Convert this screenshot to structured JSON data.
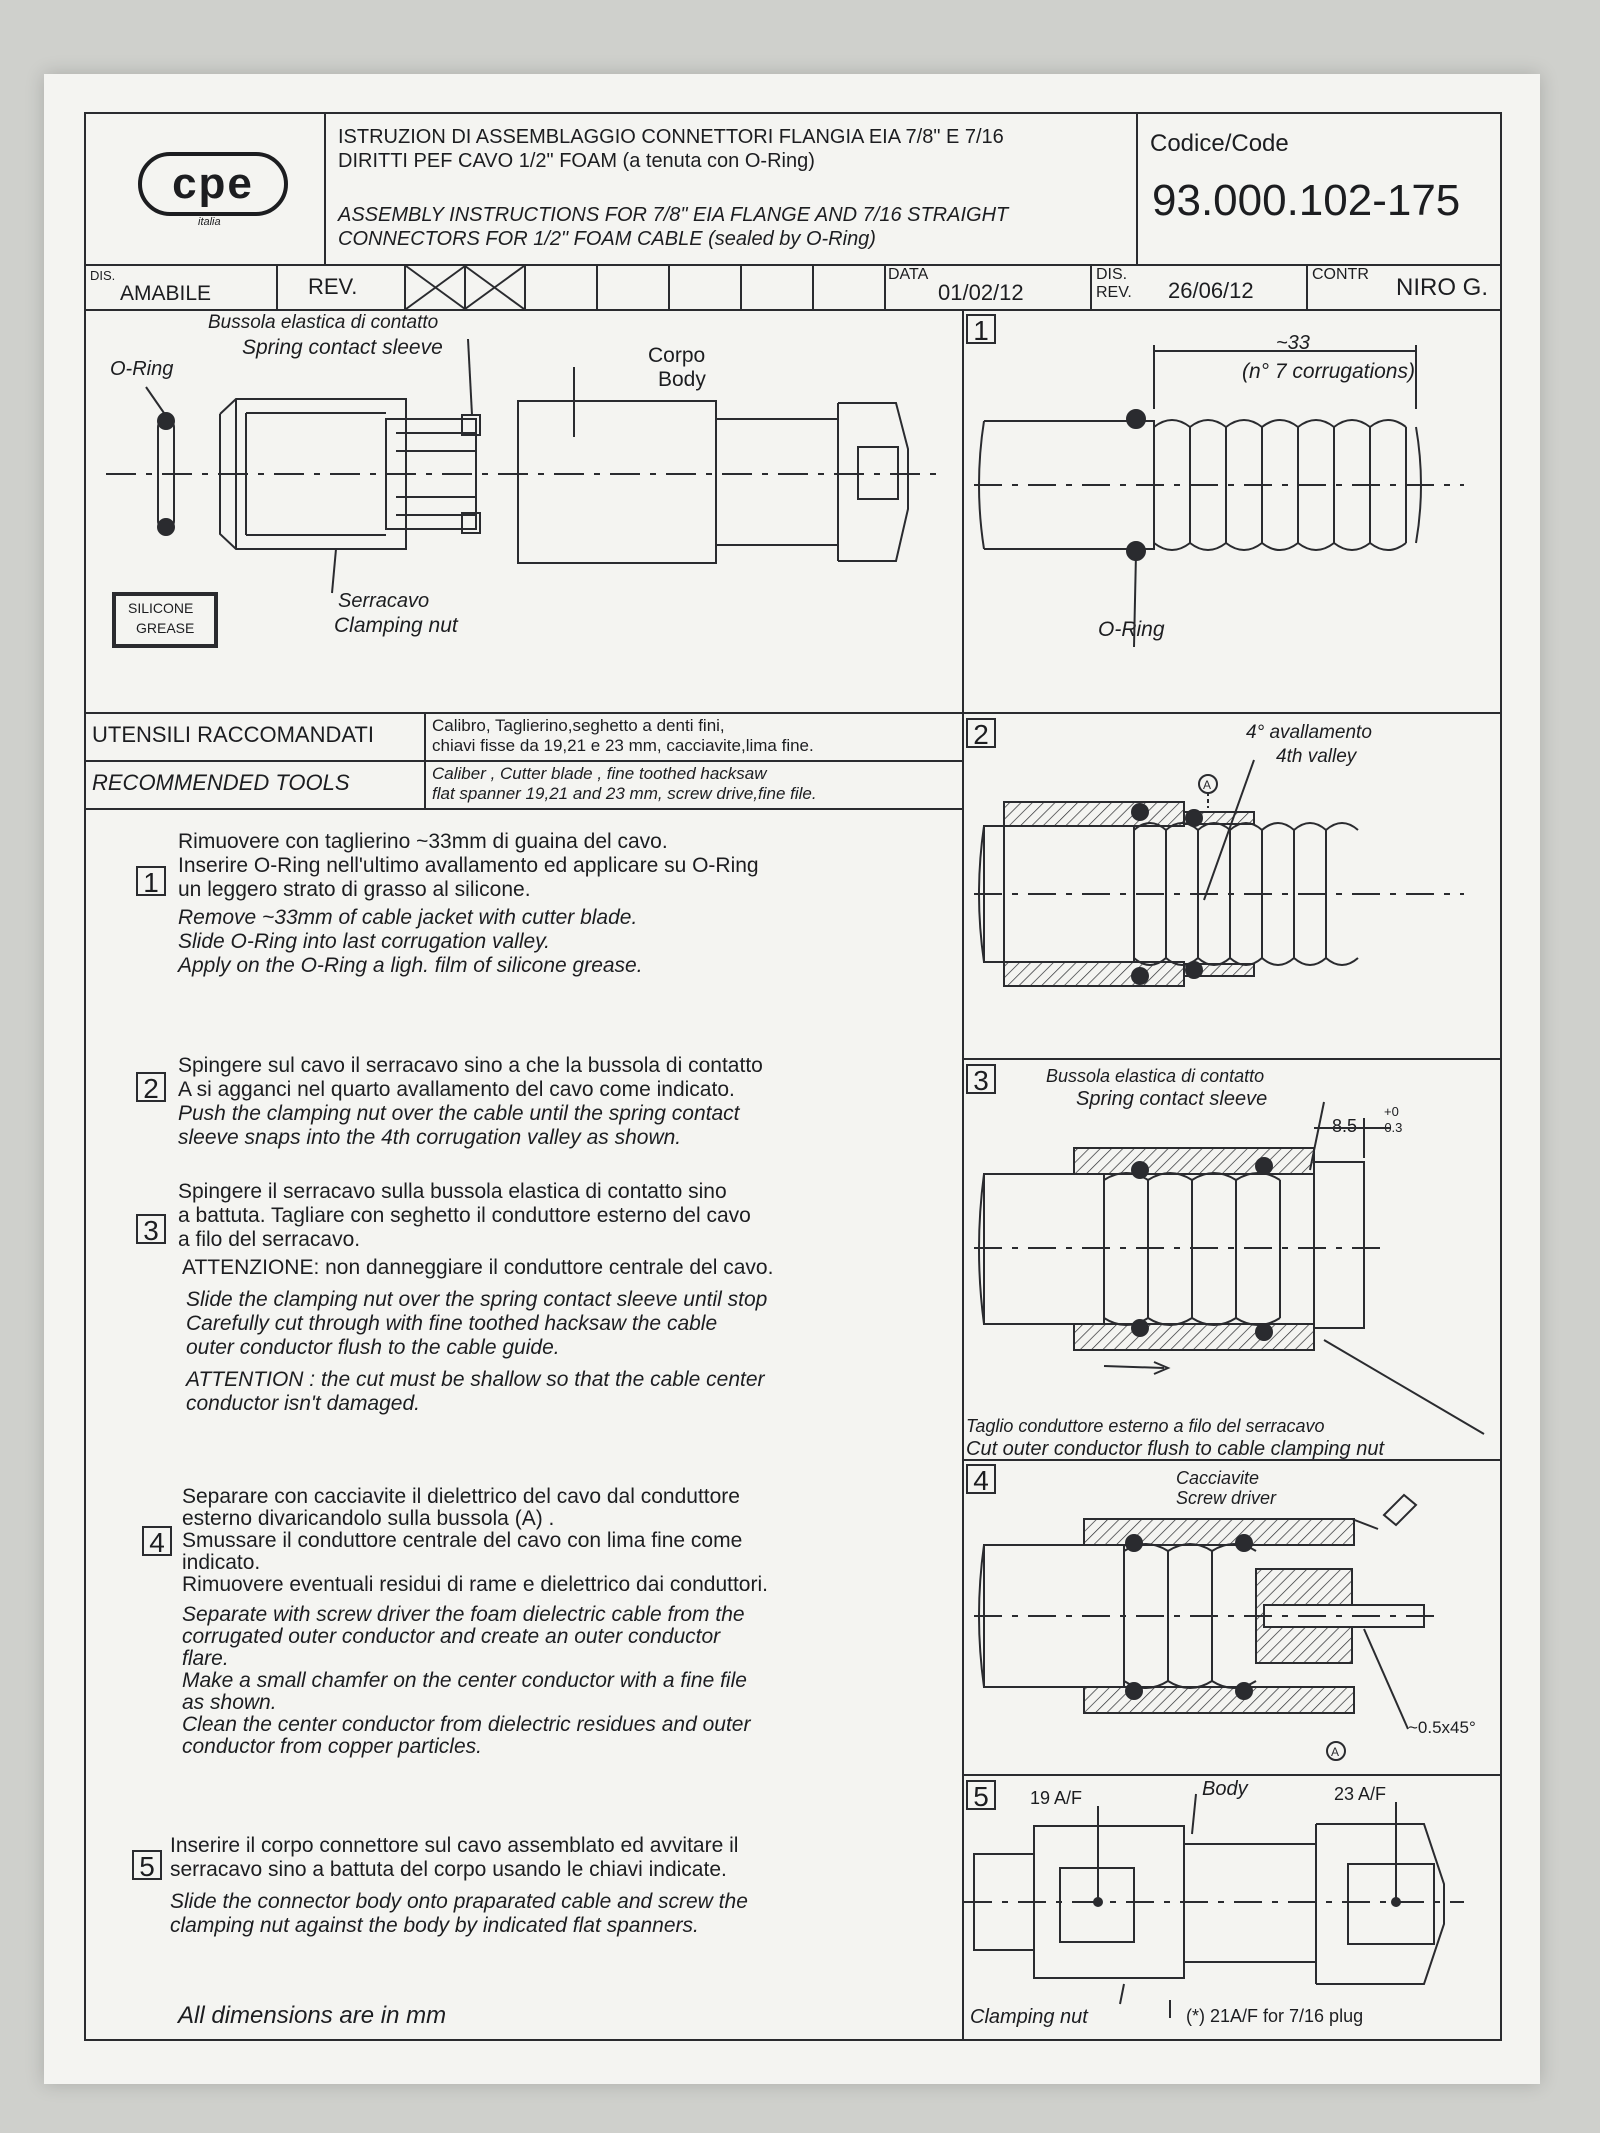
{
  "header": {
    "logo_text": "cpe",
    "logo_sub": "italia",
    "title_it_1": "ISTRUZION DI ASSEMBLAGGIO CONNETTORI FLANGIA EIA 7/8\" E 7/16",
    "title_it_2": "DIRITTI PEF CAVO 1/2\"  FOAM (a tenuta con O-Ring)",
    "title_en_1": "ASSEMBLY INSTRUCTIONS FOR 7/8\" EIA FLANGE  AND 7/16 STRAIGHT",
    "title_en_2": "CONNECTORS FOR 1/2\" FOAM CABLE (sealed by O-Ring)",
    "code_label": "Codice/Code",
    "code_value": "93.000.102-175",
    "dis_label": "DIS.",
    "dis_value": "AMABILE",
    "rev_label": "REV.",
    "data_label": "DATA",
    "data_value": "01/02/12",
    "disrev_label_1": "DIS.",
    "disrev_label_2": "REV.",
    "disrev_value": "26/06/12",
    "contr_label": "CONTR",
    "contr_value": "NIRO G."
  },
  "exploded": {
    "sleeve_it": "Bussola elastica di contatto",
    "sleeve_en": "Spring contact sleeve",
    "oring": "O-Ring",
    "body_it": "Corpo",
    "body_en": "Body",
    "nut_it": "Serracavo",
    "nut_en": "Clamping nut",
    "grease_1": "SILICONE",
    "grease_2": "GREASE"
  },
  "tools": {
    "label_it": "UTENSILI RACCOMANDATI",
    "label_en": "RECOMMENDED TOOLS",
    "it_1": "Calibro, Taglierino,seghetto a denti fini,",
    "it_2": "chiavi fisse da 19,21 e 23 mm, cacciavite,lima fine.",
    "en_1": "Caliber , Cutter blade , fine toothed hacksaw",
    "en_2": "flat spanner 19,21 and 23 mm, screw drive,fine file."
  },
  "steps": [
    {
      "num": "1",
      "it": [
        "Rimuovere con taglierino ~33mm di guaina del cavo.",
        "Inserire O-Ring nell'ultimo avallamento ed applicare su O-Ring",
        "un leggero strato di grasso al silicone."
      ],
      "en": [
        "Remove ~33mm of cable jacket with cutter blade.",
        "Slide O-Ring into last corrugation valley.",
        "Apply on the O-Ring a ligh. film of silicone grease."
      ]
    },
    {
      "num": "2",
      "it": [
        "Spingere sul cavo il serracavo sino a che la bussola di contatto",
        "A si agganci nel quarto avallamento del cavo come indicato."
      ],
      "en": [
        "Push the clamping nut over the cable until the spring contact",
        "sleeve snaps into the 4th corrugation valley as shown."
      ]
    },
    {
      "num": "3",
      "it": [
        "Spingere il serracavo sulla bussola elastica di contatto sino",
        "a battuta. Tagliare con seghetto il conduttore esterno del cavo",
        "a filo del serracavo.",
        "ATTENZIONE: non danneggiare il conduttore centrale del cavo."
      ],
      "en": [
        "Slide the clamping nut over the spring contact sleeve until stop",
        "Carefully cut through with fine toothed hacksaw the cable",
        "outer conductor flush to the cable guide.",
        "ATTENTION : the cut must be shallow so that the cable center",
        "conductor isn't damaged."
      ]
    },
    {
      "num": "4",
      "it": [
        "Separare con cacciavite il dielettrico del cavo dal conduttore",
        "esterno divaricandolo sulla bussola (A) .",
        "Smussare il conduttore centrale del cavo con lima fine come",
        "indicato.",
        "Rimuovere eventuali residui di rame e dielettrico dai conduttori."
      ],
      "en": [
        "Separate with screw driver the foam dielectric cable from the",
        "corrugated outer conductor and create an outer conductor",
        "flare.",
        "Make a small chamfer on the center conductor with a fine file",
        "as shown.",
        "Clean the center conductor from dielectric residues and outer",
        "conductor from copper particles."
      ]
    },
    {
      "num": "5",
      "it": [
        "Inserire il corpo connettore sul cavo assemblato ed avvitare il",
        "serracavo sino a battuta del corpo usando le chiavi indicate."
      ],
      "en": [
        "Slide the connector body onto praparated cable and screw the",
        "clamping nut against the body by indicated flat spanners."
      ]
    }
  ],
  "figures": {
    "f1": {
      "num": "1",
      "dim": "~33",
      "note": "(n° 7 corrugations)",
      "oring": "O-Ring"
    },
    "f2": {
      "num": "2",
      "label_it": "4° avallamento",
      "label_en": "4th valley",
      "marker": "A"
    },
    "f3": {
      "num": "3",
      "sleeve_it": "Bussola elastica di contatto",
      "sleeve_en": "Spring contact sleeve",
      "dim": "8.5",
      "tol_plus": "+0",
      "tol_minus": "-0.3",
      "caption_it": "Taglio conduttore esterno a filo del serracavo",
      "caption_en": "Cut outer conductor flush to cable clamping nut"
    },
    "f4": {
      "num": "4",
      "tool_it": "Cacciavite",
      "tool_en": "Screw driver",
      "chamfer": "~0.5x45°",
      "marker": "A"
    },
    "f5": {
      "num": "5",
      "body": "Body",
      "spanner_19": "19 A/F",
      "spanner_23": "23 A/F",
      "nut": "Clamping nut",
      "footnote": "(*) 21A/F for 7/16 plug"
    }
  },
  "footer": {
    "note": "All dimensions are in mm"
  }
}
